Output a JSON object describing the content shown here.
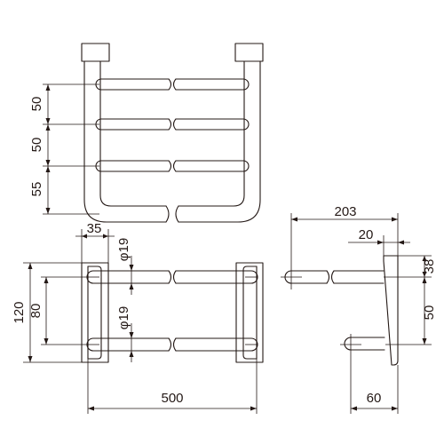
{
  "diagram": {
    "line_color": "#231815",
    "background": "#ffffff",
    "front_view": {
      "dims": {
        "gap_top": "50",
        "gap_middle": "50",
        "gap_bottom": "55"
      }
    },
    "top_view": {
      "dims": {
        "bracket_width": "35",
        "overall_depth": "120",
        "rail_spacing": "80",
        "rail_dia_top": "φ19",
        "rail_dia_bottom": "φ19",
        "overall_length": "500"
      }
    },
    "side_view": {
      "dims": {
        "projection": "203",
        "plate_thickness": "20",
        "top_offset": "38",
        "rail_spacing": "50",
        "lower_projection": "60"
      }
    }
  }
}
